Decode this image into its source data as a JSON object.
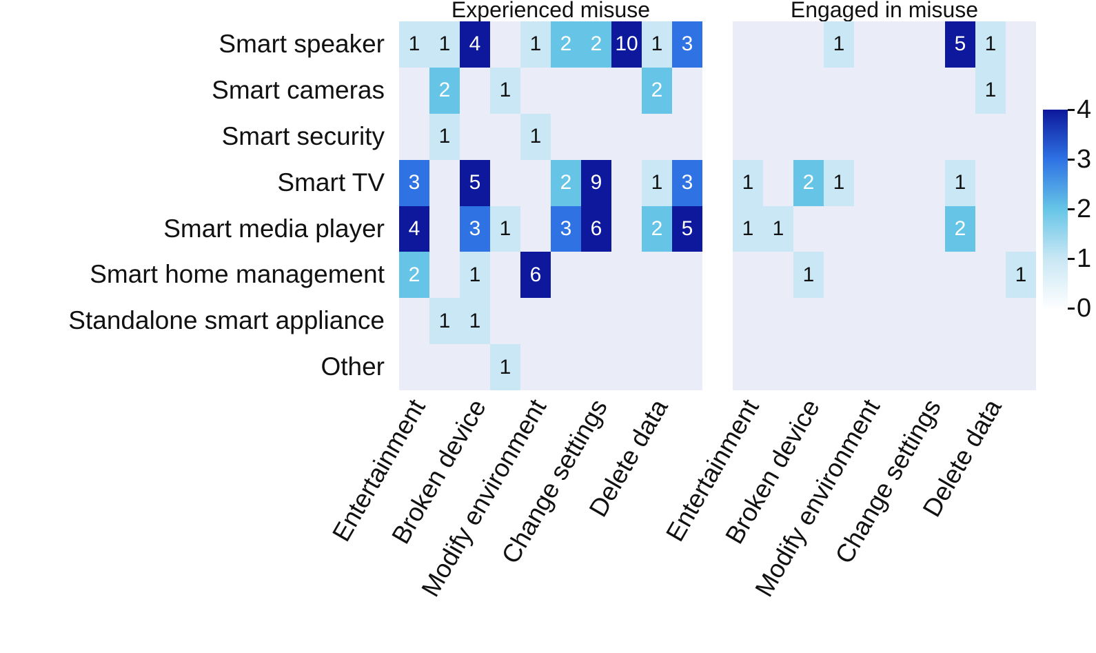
{
  "figure_title": "",
  "titles": {
    "left": "Experienced misuse",
    "right": "Engaged in misuse"
  },
  "chart_data": {
    "type": "heatmap",
    "rows": [
      "Smart speaker",
      "Smart cameras",
      "Smart security",
      "Smart TV",
      "Smart media player",
      "Smart home management",
      "Standalone smart appliance",
      "Other"
    ],
    "col_labels": [
      "Entertainment",
      "Broken device",
      "Modify environment",
      "Change settings",
      "Delete data"
    ],
    "labeled_col_indices": [
      0,
      2,
      4,
      6,
      8
    ],
    "n_cols": 10,
    "n_rows": 8,
    "panels": [
      {
        "title": "Experienced misuse",
        "cells": [
          [
            0,
            0,
            1
          ],
          [
            0,
            1,
            1
          ],
          [
            0,
            2,
            4
          ],
          [
            0,
            4,
            1
          ],
          [
            0,
            5,
            2
          ],
          [
            0,
            6,
            2
          ],
          [
            0,
            7,
            10
          ],
          [
            0,
            8,
            1
          ],
          [
            0,
            9,
            3
          ],
          [
            1,
            1,
            2
          ],
          [
            1,
            3,
            1
          ],
          [
            1,
            8,
            2
          ],
          [
            2,
            1,
            1
          ],
          [
            2,
            4,
            1
          ],
          [
            3,
            0,
            3
          ],
          [
            3,
            2,
            5
          ],
          [
            3,
            5,
            2
          ],
          [
            3,
            6,
            9
          ],
          [
            3,
            8,
            1
          ],
          [
            3,
            9,
            3
          ],
          [
            4,
            0,
            4
          ],
          [
            4,
            2,
            3
          ],
          [
            4,
            3,
            1
          ],
          [
            4,
            5,
            3
          ],
          [
            4,
            6,
            6
          ],
          [
            4,
            8,
            2
          ],
          [
            4,
            9,
            5
          ],
          [
            5,
            0,
            2
          ],
          [
            5,
            2,
            1
          ],
          [
            5,
            4,
            6
          ],
          [
            6,
            1,
            1
          ],
          [
            6,
            2,
            1
          ],
          [
            7,
            3,
            1
          ]
        ]
      },
      {
        "title": "Engaged in misuse",
        "cells": [
          [
            0,
            3,
            1
          ],
          [
            0,
            7,
            5
          ],
          [
            0,
            8,
            1
          ],
          [
            1,
            8,
            1
          ],
          [
            3,
            0,
            1
          ],
          [
            3,
            2,
            2
          ],
          [
            3,
            3,
            1
          ],
          [
            3,
            7,
            1
          ],
          [
            4,
            0,
            1
          ],
          [
            4,
            1,
            1
          ],
          [
            4,
            7,
            2
          ],
          [
            5,
            2,
            1
          ],
          [
            5,
            9,
            1
          ]
        ]
      }
    ],
    "colorbar": {
      "ticks": [
        4,
        3,
        2,
        1,
        0
      ],
      "min": 0,
      "max": 4
    },
    "value_colors": {
      "0": "#eaecf7",
      "1": "#c9e7f4",
      "2": "#66c5e7",
      "3": "#2e72e4",
      "4": "#0d189c"
    },
    "colorbar_bottom_color": "#fdfeff",
    "annotation_text_dark": "#111111",
    "annotation_text_light": "#ffffff",
    "legend_position": "right"
  }
}
